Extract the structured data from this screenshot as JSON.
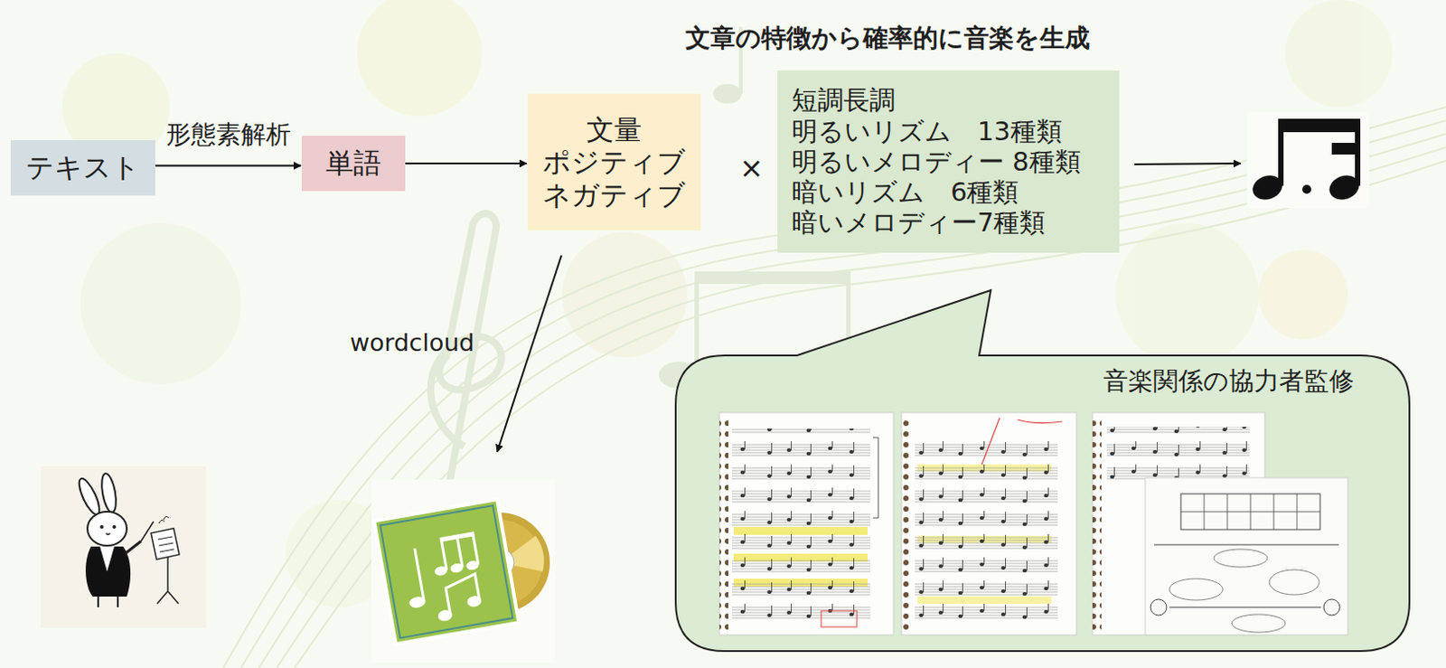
{
  "diagram": {
    "title": "文章の特徴から確率的に音楽を生成",
    "nodes": [
      {
        "text": [
          "テキスト"
        ]
      },
      {
        "text": [
          "単語"
        ]
      },
      {
        "text": [
          "文量 ポジティブ ネガティブ"
        ]
      },
      {
        "text": [
          "短調長調",
          "明るいリズム　13種類",
          "明るいメロディー 8種類",
          "暗いリズム　6種類",
          "暗いメロディー7種類"
        ]
      },
      {
        "text": [
          "音楽関係の協力者監修"
        ]
      }
    ],
    "edges": [
      {
        "from": 0,
        "to": 1,
        "arrow": "to",
        "label": "形態素解析"
      },
      {
        "from": 1,
        "to": 2,
        "arrow": "to"
      }
    ],
    "labels": [
      "×",
      "wordcloud"
    ]
  }
}
